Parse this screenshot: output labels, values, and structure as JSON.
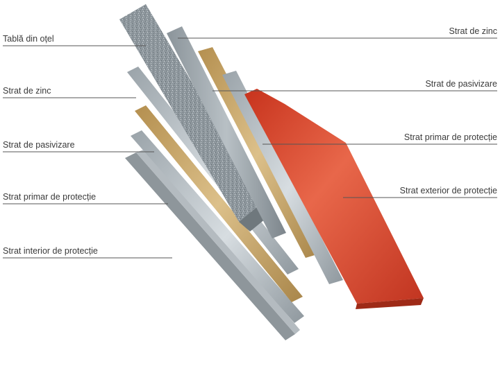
{
  "layers_left": [
    {
      "id": "steel-sheet",
      "label": "Tablă din oțel"
    },
    {
      "id": "zinc-inner",
      "label": "Strat de zinc"
    },
    {
      "id": "passivation-inner",
      "label": "Strat de pasivizare"
    },
    {
      "id": "primer-inner",
      "label": "Strat primar de protecție"
    },
    {
      "id": "interior-coat",
      "label": "Strat interior de protecție"
    }
  ],
  "layers_right": [
    {
      "id": "zinc-outer",
      "label": "Strat de zinc"
    },
    {
      "id": "passivation-outer",
      "label": "Strat de pasivizare"
    },
    {
      "id": "primer-outer",
      "label": "Strat primar de protecție"
    },
    {
      "id": "exterior-coat",
      "label": "Strat exterior de protecție"
    }
  ],
  "colors": {
    "steel": "#8c9498",
    "zinc": "#b9c2c9",
    "passivation": "#c9a866",
    "primer": "#9aa3a8",
    "exterior": "#d8432a",
    "leader_line": "#555555",
    "text": "#3a3a3a"
  }
}
